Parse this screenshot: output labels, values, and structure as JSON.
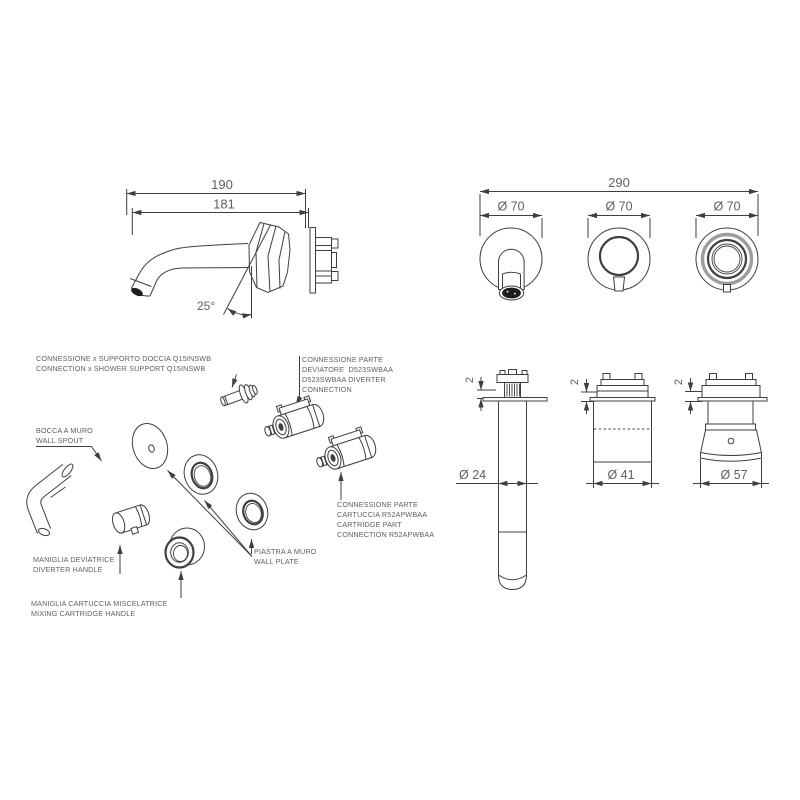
{
  "colors": {
    "line": "#3f3f3f",
    "text": "#606060",
    "dark": "#1d1d1d",
    "gray_ring": "#9c9c9c",
    "background": "#ffffff"
  },
  "spout_side_view": {
    "dim_outer": "190",
    "dim_inner": "181",
    "angle": "25°"
  },
  "front_view": {
    "dim_total": "290",
    "dim_plate1": "Ø 70",
    "dim_plate2": "Ø 70",
    "dim_plate3": "Ø 70"
  },
  "section_views": {
    "spout": {
      "thickness": "2",
      "diameter": "Ø 24"
    },
    "cartridge": {
      "thickness": "2",
      "diameter": "Ø 41"
    },
    "diverter": {
      "thickness": "2",
      "diameter": "Ø 57"
    }
  },
  "exploded_labels": {
    "shower_support": {
      "line1": "CONNESSIONE x SUPPORTO DOCCIA Q15INSWB",
      "line2": "CONNECTION x SHOWER SUPPORT Q15INSWB"
    },
    "wall_spout": {
      "line1": "BOCCA A MURO",
      "line2": "WALL SPOUT"
    },
    "diverter_connection": {
      "line1": "CONNESSIONE PARTE",
      "line2": "DEVIATORE  D523SWBAA",
      "line3": "D523SWBAA DIVERTER",
      "line4": "CONNECTION"
    },
    "cartridge_connection": {
      "line1": "CONNESSIONE PARTE",
      "line2": "CARTUCCIA R52APWBAA",
      "line3": "CARTRIDGE PART",
      "line4": "CONNECTION R52APWBAA"
    },
    "diverter_handle": {
      "line1": "MANIGLIA DEVIATRICE",
      "line2": "DIVERTER HANDLE"
    },
    "mixing_handle": {
      "line1": "MANIGLIA CARTUCCIA MISCELATRICE",
      "line2": "MIXING CARTRIDGE HANDLE"
    },
    "wall_plate": {
      "line1": "PIASTRA A MURO",
      "line2": "WALL PLATE"
    }
  }
}
